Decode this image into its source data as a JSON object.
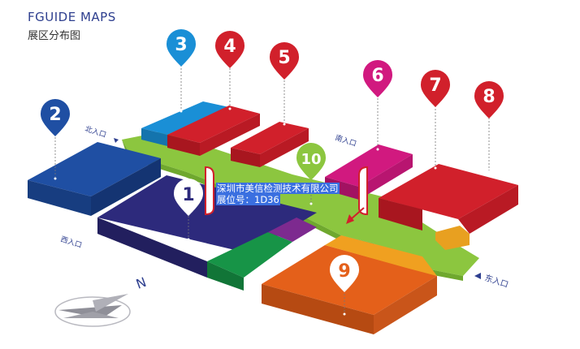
{
  "header": {
    "title": "FGUIDE MAPS",
    "subtitle": "展区分布图"
  },
  "halls": [
    {
      "id": "1",
      "color": "#2d2a7c"
    },
    {
      "id": "2",
      "color": "#1f4fa3"
    },
    {
      "id": "3",
      "color": "#1a8fd6"
    },
    {
      "id": "4",
      "color": "#d1202b"
    },
    {
      "id": "5",
      "color": "#d1202b"
    },
    {
      "id": "6",
      "color": "#d1197f"
    },
    {
      "id": "7",
      "color": "#d1202b"
    },
    {
      "id": "8",
      "color": "#d1202b"
    },
    {
      "id": "9",
      "color": "#e4601a"
    },
    {
      "id": "10",
      "color": "#8cc63f"
    }
  ],
  "pins": [
    {
      "label": "1",
      "color": "#ffffff",
      "text_color": "#2d2a7c"
    },
    {
      "label": "2",
      "color": "#1f4fa3",
      "text_color": "#ffffff"
    },
    {
      "label": "3",
      "color": "#1a8fd6",
      "text_color": "#ffffff"
    },
    {
      "label": "4",
      "color": "#d1202b",
      "text_color": "#ffffff"
    },
    {
      "label": "5",
      "color": "#d1202b",
      "text_color": "#ffffff"
    },
    {
      "label": "6",
      "color": "#d1197f",
      "text_color": "#ffffff"
    },
    {
      "label": "7",
      "color": "#d1202b",
      "text_color": "#ffffff"
    },
    {
      "label": "8",
      "color": "#d1202b",
      "text_color": "#ffffff"
    },
    {
      "label": "9",
      "color": "#ffffff",
      "text_color": "#e4601a"
    },
    {
      "label": "10",
      "color": "#8cc63f",
      "text_color": "#ffffff"
    }
  ],
  "entrances": {
    "north": "北入口",
    "east": "东入口",
    "south": "南入口",
    "west": "西入口"
  },
  "exhibitor": {
    "company": "深圳市美信检测技术有限公司",
    "booth": "展位号：1D36"
  },
  "compass": {
    "label": "N"
  },
  "colors": {
    "walkway": "#8cc63f",
    "marker": "#d1202b"
  }
}
